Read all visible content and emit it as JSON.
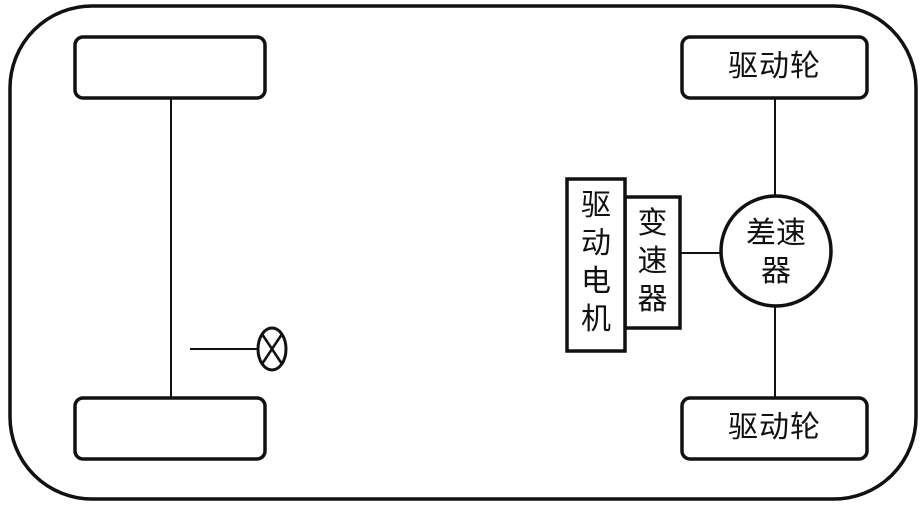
{
  "diagram": {
    "title": "",
    "colors": {
      "stroke": "#111111",
      "background": "#ffffff"
    },
    "components": {
      "front_left_wheel": {
        "label": ""
      },
      "rear_left_wheel": {
        "label": ""
      },
      "front_right_wheel": {
        "label": "驱动轮"
      },
      "rear_right_wheel": {
        "label": "驱动轮"
      },
      "drive_motor": {
        "label": "驱动电机",
        "chars": [
          "驱",
          "动",
          "电",
          "机"
        ]
      },
      "transmission": {
        "label": "变速器",
        "chars": [
          "变",
          "速",
          "器"
        ]
      },
      "differential": {
        "label": "差速器",
        "line1": "差速",
        "line2": "器"
      },
      "lamp_symbol": {
        "icon": "lamp-crossed-circle-icon"
      }
    },
    "connections": [
      {
        "from": "front_left_wheel",
        "to": "rear_left_wheel",
        "type": "axle"
      },
      {
        "from": "left_axle",
        "to": "lamp_symbol",
        "type": "line"
      },
      {
        "from": "front_right_wheel",
        "to": "differential",
        "type": "axle"
      },
      {
        "from": "differential",
        "to": "rear_right_wheel",
        "type": "axle"
      },
      {
        "from": "transmission",
        "to": "differential",
        "type": "shaft"
      },
      {
        "from": "drive_motor",
        "to": "transmission",
        "type": "attached"
      }
    ]
  }
}
